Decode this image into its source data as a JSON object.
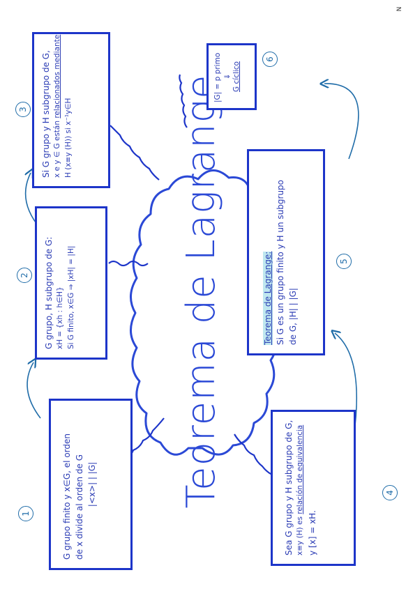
{
  "title": "Teorema de Lagrange",
  "corner_mark": "N",
  "boxes": {
    "b1": {
      "num": "1",
      "l1": "G grupo finito y x∈G, el orden",
      "l2": "de x divide al orden de G",
      "l3": "|<x>| | |G|"
    },
    "b2": {
      "num": "2",
      "l1": "G grupo, H subgrupo de G:",
      "l2": "xH = {xh : h∈H}",
      "l3": "Si G finito, x∈G ⇒ |xH| = |H|"
    },
    "b3": {
      "num": "3",
      "l1": "Si G grupo y H subgrupo de G,",
      "l2a": "x e y ∈ G están ",
      "l2b": "relacionados mediante",
      "l3": "H (x≡y (H)) si x⁻¹y∈H"
    },
    "b4": {
      "num": "4",
      "l1": "Sea G grupo y H subgrupo de G,",
      "l2a": "x≡y (H) es ",
      "l2b": "relación de equivalencia",
      "l3": "y [x] = xH."
    },
    "b5": {
      "num": "5",
      "head": "Teorema de Lagrange:",
      "l1": "Si G es un grupo finito y H un subgrupo",
      "l2": "de G, |H| | |G|"
    },
    "b6": {
      "num": "6",
      "l1": "|G| = p primo",
      "l2": "⇓",
      "l3": "G cíclico"
    }
  },
  "colors": {
    "box_border": "#1d35c9",
    "text": "#2a3bb4",
    "cloud": "#2b49d6",
    "arrows": "#1f6ca8",
    "highlight": "#bfe7ef"
  }
}
